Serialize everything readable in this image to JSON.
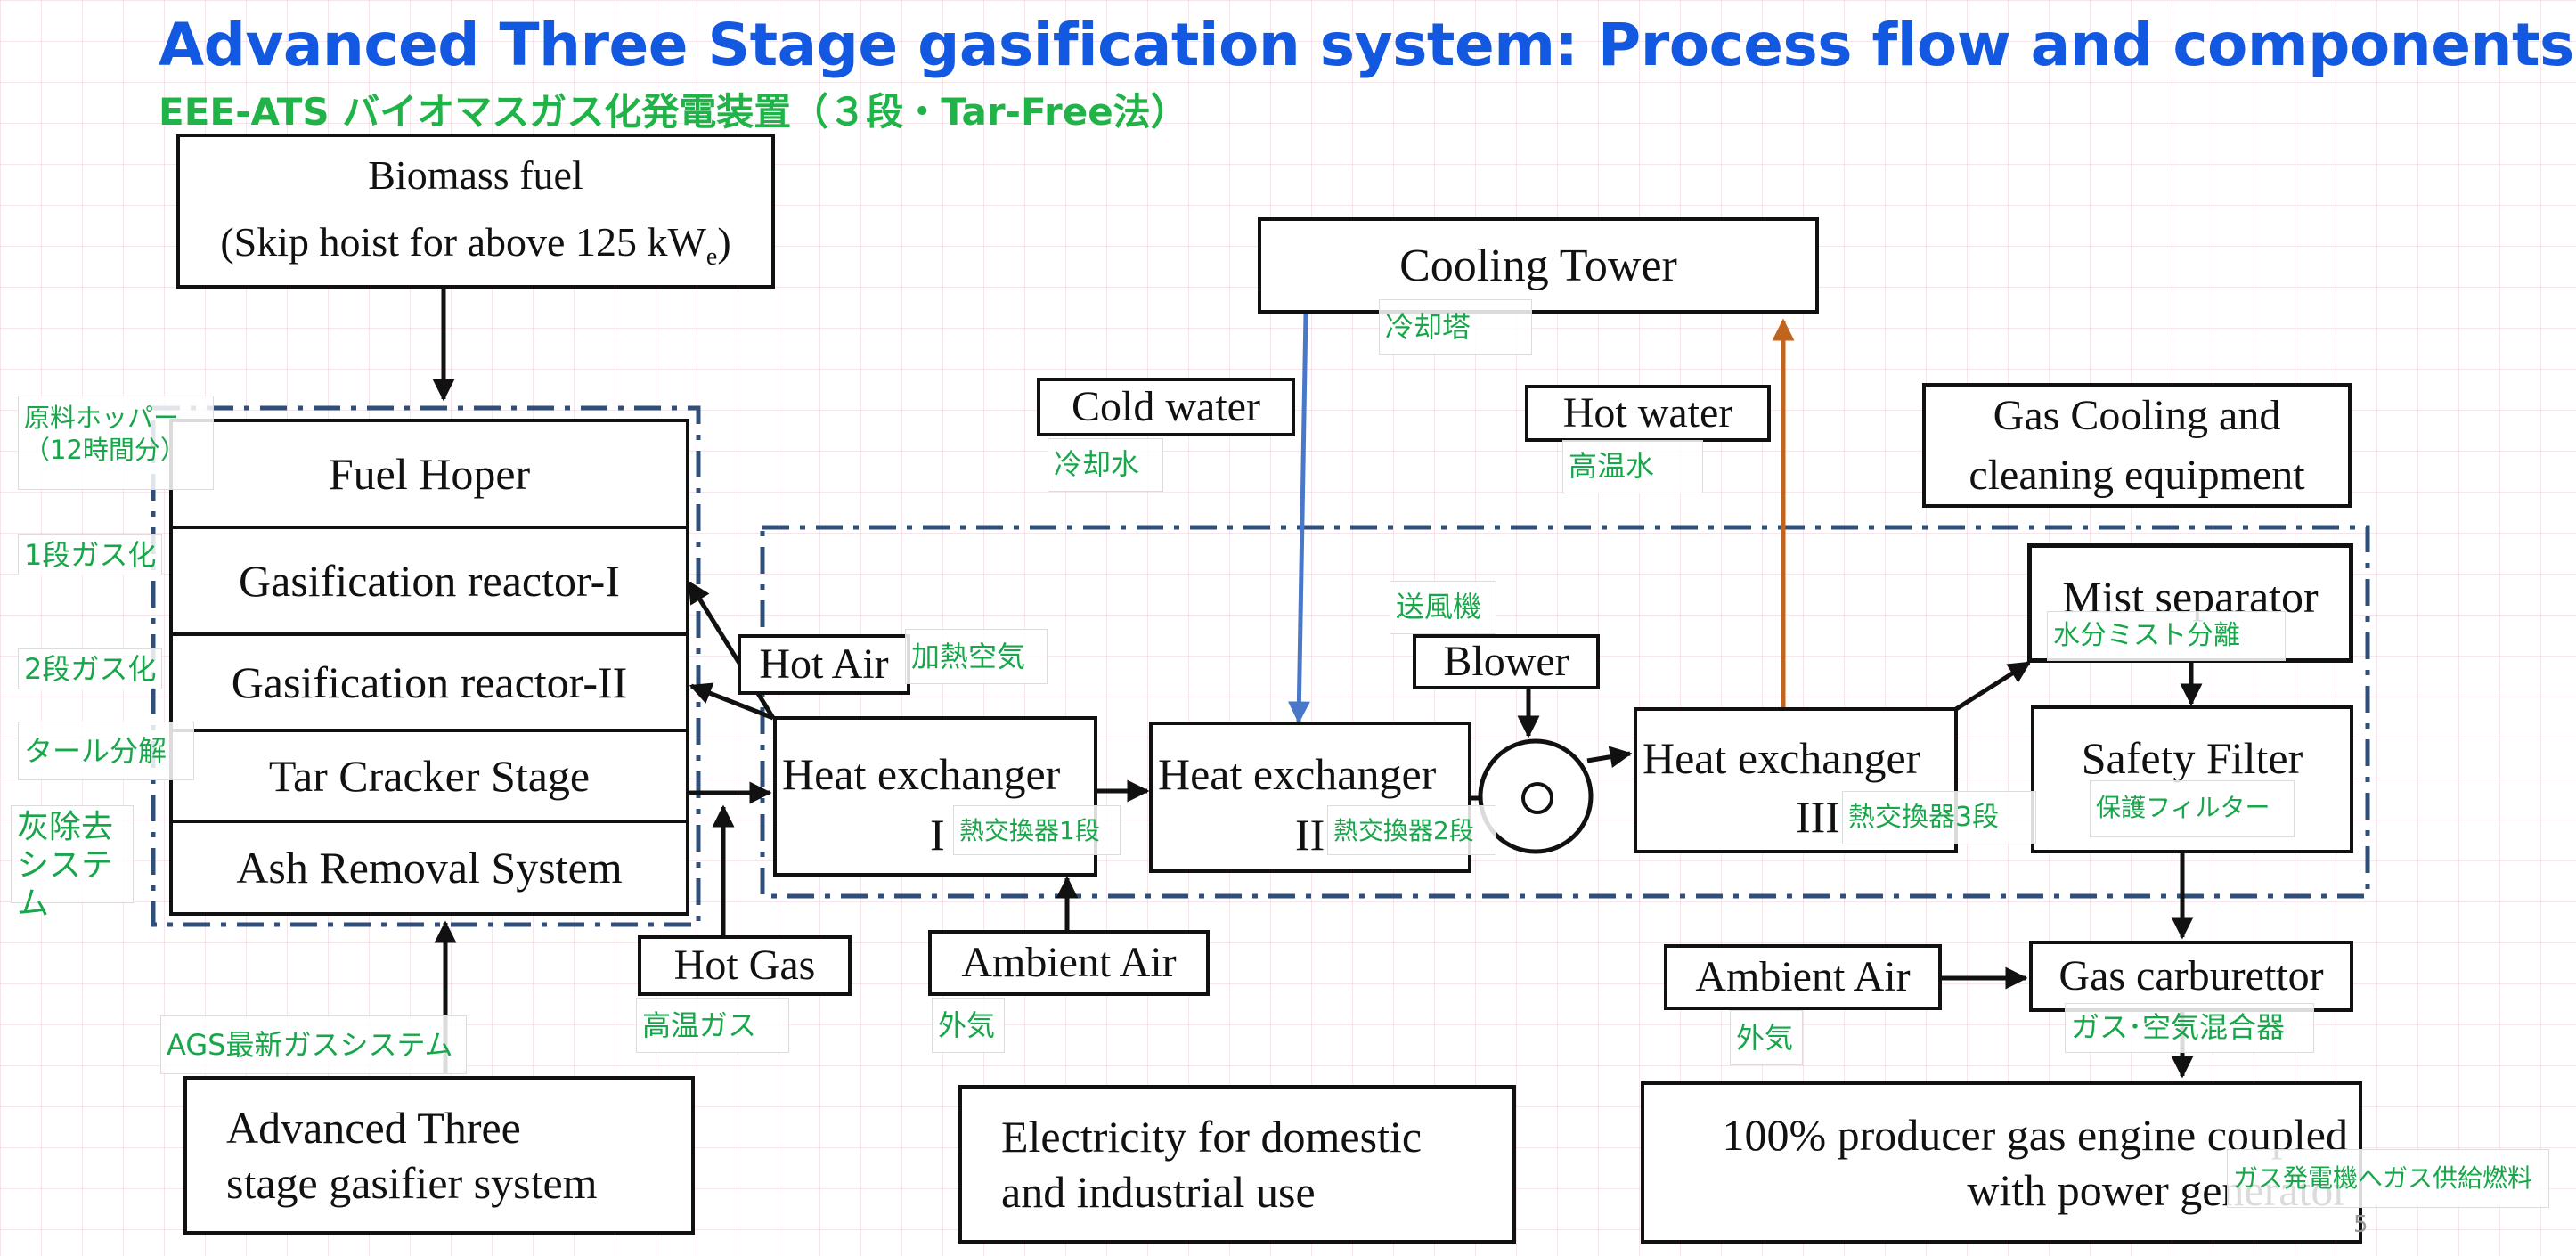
{
  "header": {
    "title": "Advanced Three Stage gasification system: Process flow and components",
    "subtitle": "EEE-ATS バイオマスガス化発電装置（３段・Tar-Free法）"
  },
  "blocks": {
    "biomass_fuel_line1": "Biomass fuel",
    "biomass_fuel_line2": "(Skip hoist for above 125 kW",
    "biomass_fuel_sub": "e",
    "biomass_fuel_close": ")",
    "fuel_hoper": "Fuel Hoper",
    "gasification_1": "Gasification reactor-I",
    "gasification_2": "Gasification reactor-II",
    "tar_cracker": "Tar Cracker Stage",
    "ash_removal": "Ash Removal System",
    "hot_air": "Hot Air",
    "hot_gas": "Hot Gas",
    "hx1": "Heat exchanger",
    "hx1_num": "I",
    "hx2": "Heat exchanger",
    "hx2_num": "II",
    "hx3": "Heat exchanger",
    "hx3_num": "III",
    "ambient_air_1": "Ambient Air",
    "ambient_air_2": "Ambient Air",
    "cooling_tower": "Cooling Tower",
    "cold_water": "Cold water",
    "hot_water": "Hot water",
    "blower": "Blower",
    "gas_cooling": "Gas Cooling and\ncleaning equipment",
    "mist_separator": "Mist separator",
    "safety_filter": "Safety Filter",
    "gas_carburettor": "Gas carburettor",
    "engine": "100% producer gas engine coupled\nwith power generator",
    "advanced_gasifier": "Advanced Three\nstage gasifier system",
    "electricity": "Electricity for domestic\nand industrial use"
  },
  "labels_jp": {
    "hopper": "原料ホッパー\n（12時間分）",
    "stage1": "1段ガス化",
    "stage2": "2段ガス化",
    "tar": "タール分解",
    "ash": "灰除去\nシステム",
    "ags": "AGS最新ガスシステム",
    "hot_gas": "高温ガス",
    "ambient_air_1": "外気",
    "hot_air": "加熱空気",
    "hx1": "熱交換器1段",
    "hx2": "熱交換器2段",
    "hx3": "熱交換器3段",
    "cooling_tower": "冷却塔",
    "cold_water": "冷却水",
    "hot_water": "高温水",
    "blower": "送風機",
    "mist": "水分ミスト分離",
    "safety_filter": "保護フィルター",
    "ambient_air_2": "外気",
    "carburettor": "ガス･空気混合器",
    "engine": "ガス発電機へガス供給燃料"
  },
  "colors": {
    "title": "#1358e0",
    "subtitle": "#20b347",
    "jp_label": "#18a64a",
    "dashed_border": "#2f4f7a",
    "cold_water_line": "#4a78c8",
    "hot_water_line": "#c0641e"
  },
  "page_number": "5"
}
